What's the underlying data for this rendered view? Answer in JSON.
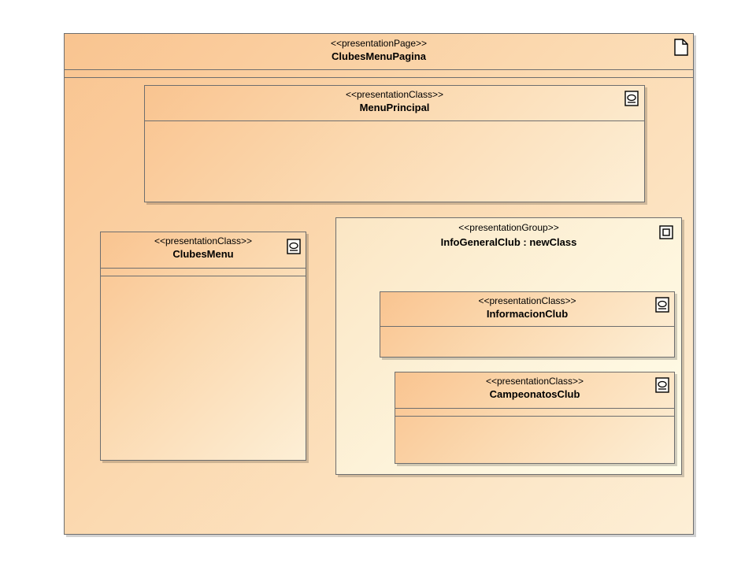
{
  "page": {
    "stereotype": "<<presentationPage>>",
    "name": "ClubesMenuPagina",
    "icon": "page-document-icon"
  },
  "menu_principal": {
    "stereotype": "<<presentationClass>>",
    "name": "MenuPrincipal",
    "icon": "presentation-class-icon"
  },
  "clubes_menu": {
    "stereotype": "<<presentationClass>>",
    "name": "ClubesMenu",
    "icon": "presentation-class-icon"
  },
  "info_group": {
    "stereotype": "<<presentationGroup>>",
    "name": "InfoGeneralClub : newClass",
    "icon": "presentation-group-icon"
  },
  "informacion_club": {
    "stereotype": "<<presentationClass>>",
    "name": "InformacionClub",
    "icon": "presentation-class-icon"
  },
  "campeonatos_club": {
    "stereotype": "<<presentationClass>>",
    "name": "CampeonatosClub",
    "icon": "presentation-class-icon"
  },
  "colors": {
    "fill_orange": "#f9c490",
    "fill_group": "#fffce8",
    "border": "#6e6e6e"
  }
}
